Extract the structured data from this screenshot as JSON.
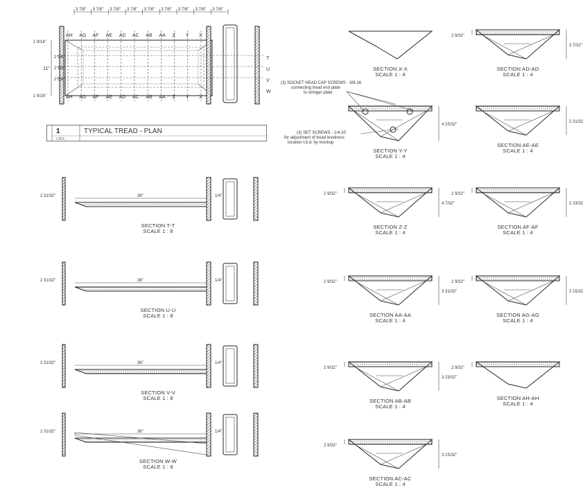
{
  "plan": {
    "dims_top": [
      "3 7/8\"",
      "3 7/8\"",
      "3 7/8\"",
      "3 7/8\"",
      "3 7/8\"",
      "3 7/8\"",
      "3 7/8\"",
      "3 7/8\"",
      "3 7/8\""
    ],
    "letters": [
      "AH",
      "AG",
      "AF",
      "AE",
      "AD",
      "AC",
      "AB",
      "AA",
      "Z",
      "Y",
      "X"
    ],
    "dim_left_top": "1 9/16\"",
    "dim_left_bottom": "1 9/16\"",
    "dim_height": "11\"",
    "dim_mid": [
      "2 5/8\"",
      "2 5/8\"",
      "2 5/8\""
    ],
    "cut_letters": [
      "T",
      "U",
      "V",
      "W"
    ]
  },
  "legend": {
    "number": "1",
    "title": "TYPICAL TREAD - PLAN",
    "sub": "CIRS"
  },
  "side_sections": [
    {
      "title": "SECTION T-T",
      "scale": "SCALE 1 : 8",
      "left_dim": "2 31/32\"",
      "length": "36\"",
      "gap": "1/4\""
    },
    {
      "title": "SECTION U-U",
      "scale": "SCALE 1 : 8",
      "left_dim": "2 31/32\"",
      "length": "36\"",
      "gap": "1/4\""
    },
    {
      "title": "SECTION V-V",
      "scale": "SCALE 1 : 8",
      "left_dim": "2 31/32\"",
      "length": "36\"",
      "gap": "1/4\""
    },
    {
      "title": "SECTION W-W",
      "scale": "SCALE 1 : 8",
      "left_dim": "2 31/32\"",
      "length": "36\"",
      "gap": "1/4\""
    }
  ],
  "cross_sections": [
    {
      "title": "SECTION X-X",
      "scale": "SCALE 1 : 4",
      "top_dim": "",
      "side_dim": ""
    },
    {
      "title": "SECTION AD-AD",
      "scale": "SCALE 1 : 4",
      "top_dim": "2 9/32\"",
      "side_dim": "3 7/32\""
    },
    {
      "title": "SECTION Y-Y",
      "scale": "SCALE 1 : 4",
      "top_dim": "",
      "side_dim": "4 15/32\""
    },
    {
      "title": "SECTION AE-AE",
      "scale": "SCALE 1 : 4",
      "top_dim": "",
      "side_dim": "2 31/32\""
    },
    {
      "title": "SECTION Z-Z",
      "scale": "SCALE 1 : 4",
      "top_dim": "2 9/32\"",
      "side_dim": "4 7/32\""
    },
    {
      "title": "SECTION AF-AF",
      "scale": "SCALE 1 : 4",
      "top_dim": "2 9/32\"",
      "side_dim": "2 23/32\""
    },
    {
      "title": "SECTION AA-AA",
      "scale": "SCALE 1 : 4",
      "top_dim": "2 9/32\"",
      "side_dim": "3 31/32\""
    },
    {
      "title": "SECTION AG-AG",
      "scale": "SCALE 1 : 4",
      "top_dim": "2 9/32\"",
      "side_dim": "2 15/32\""
    },
    {
      "title": "SECTION AB-AB",
      "scale": "SCALE 1 : 4",
      "top_dim": "2 9/32\"",
      "side_dim": "3 23/32\""
    },
    {
      "title": "SECTION AH-AH",
      "scale": "SCALE 1 : 4",
      "top_dim": "2 9/32\"",
      "side_dim": ""
    },
    {
      "title": "SECTION AC-AC",
      "scale": "SCALE 1 : 4",
      "top_dim": "2 9/32\"",
      "side_dim": "3 15/32\""
    }
  ],
  "notes": {
    "screws_cap": [
      "(3) SOCKET HEAD CAP SCREWS - 3/8-16",
      "connecting tread end plate",
      "to stringer plate"
    ],
    "screws_set": [
      "(3) SET SCREWS - 1/4-20",
      "for adjustment of tread levelness",
      "location t.b.d. by mockup"
    ]
  }
}
